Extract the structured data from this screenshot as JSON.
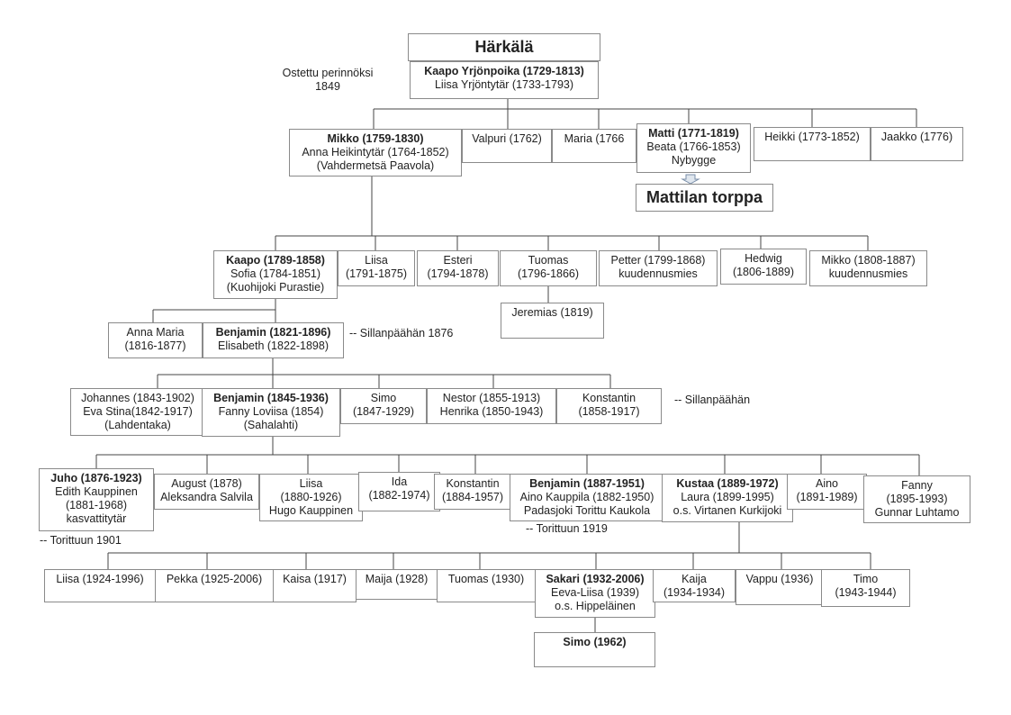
{
  "title": "Härkälä",
  "notes": {
    "bought": [
      "Ostettu perinnöksi",
      "1849"
    ],
    "sillanpaa_1876": "-- Sillanpäähän 1876",
    "sillanpaa": "-- Sillanpäähän",
    "torittuun_1901": "-- Torittuun 1901",
    "torittuun_1919": "-- Torittuun 1919"
  },
  "mattilan": "Mattilan torppa",
  "people": {
    "root": [
      "Kaapo Yrjönpoika (1729-1813)",
      "Liisa Yrjöntytär (1733-1793)"
    ],
    "g1": [
      [
        "Mikko (1759-1830)",
        "Anna Heikintytär (1764-1852)",
        "(Vahdermetsä Paavola)"
      ],
      [
        "Valpuri (1762)"
      ],
      [
        "Maria (1766"
      ],
      [
        "Matti (1771-1819)",
        "Beata (1766-1853)",
        "Nybygge"
      ],
      [
        "Heikki (1773-1852)"
      ],
      [
        "Jaakko (1776)"
      ]
    ],
    "g2": [
      [
        "Kaapo (1789-1858)",
        "Sofia (1784-1851)",
        "(Kuohijoki Purastie)"
      ],
      [
        "Liisa",
        "(1791-1875)"
      ],
      [
        "Esteri",
        "(1794-1878)"
      ],
      [
        "Tuomas",
        "(1796-1866)"
      ],
      [
        "Petter (1799-1868)",
        "kuudennusmies"
      ],
      [
        "Hedwig",
        "(1806-1889)"
      ],
      [
        "Mikko (1808-1887)",
        "kuudennusmies"
      ]
    ],
    "jeremias": [
      "Jeremias (1819)"
    ],
    "g3": [
      [
        "Anna Maria",
        "(1816-1877)"
      ],
      [
        "Benjamin (1821-1896)",
        "Elisabeth (1822-1898)"
      ]
    ],
    "g4": [
      [
        "Johannes (1843-1902)",
        "Eva Stina(1842-1917)",
        "(Lahdentaka)"
      ],
      [
        "Benjamin (1845-1936)",
        "Fanny Loviisa (1854)",
        "(Sahalahti)"
      ],
      [
        "Simo",
        "(1847-1929)"
      ],
      [
        "Nestor (1855-1913)",
        "Henrika (1850-1943)"
      ],
      [
        "Konstantin",
        "(1858-1917)"
      ]
    ],
    "g5": [
      [
        "Juho (1876-1923)",
        "Edith Kauppinen",
        "(1881-1968)",
        "kasvattitytär"
      ],
      [
        "August (1878)",
        "Aleksandra Salvila"
      ],
      [
        "Liisa",
        "(1880-1926)",
        "Hugo Kauppinen"
      ],
      [
        "Ida",
        "(1882-1974)"
      ],
      [
        "Konstantin",
        "(1884-1957)"
      ],
      [
        "Benjamin (1887-1951)",
        "Aino Kauppila (1882-1950)",
        "Padasjoki Torittu Kaukola"
      ],
      [
        "Kustaa (1889-1972)",
        "Laura (1899-1995)",
        "o.s. Virtanen Kurkijoki"
      ],
      [
        "Aino",
        "(1891-1989)"
      ],
      [
        "Fanny",
        "(1895-1993)",
        "Gunnar Luhtamo"
      ]
    ],
    "g6": [
      [
        "Liisa (1924-1996)"
      ],
      [
        "Pekka (1925-2006)"
      ],
      [
        "Kaisa (1917)"
      ],
      [
        "Maija (1928)"
      ],
      [
        "Tuomas (1930)"
      ],
      [
        "Sakari (1932-2006)",
        "Eeva-Liisa (1939)",
        "o.s. Hippeläinen"
      ],
      [
        "Kaija",
        "(1934-1934)"
      ],
      [
        "Vappu (1936)"
      ],
      [
        "Timo",
        "(1943-1944)"
      ]
    ],
    "g7": [
      [
        "Simo (1962)"
      ]
    ]
  }
}
